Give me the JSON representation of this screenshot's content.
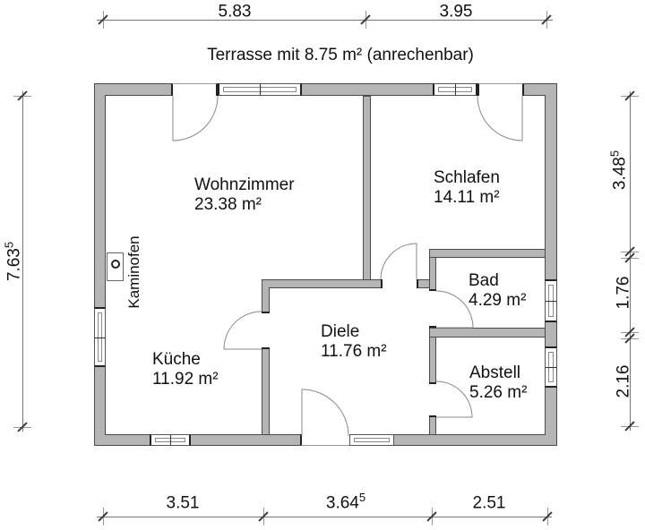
{
  "title": "Terrasse mit 8.75 m² (anrechenbar)",
  "rooms": [
    {
      "id": "wohnzimmer",
      "name": "Wohnzimmer",
      "area": "23.38 m²"
    },
    {
      "id": "schlafen",
      "name": "Schlafen",
      "area": "14.11 m²"
    },
    {
      "id": "bad",
      "name": "Bad",
      "area": "4.29 m²"
    },
    {
      "id": "abstell",
      "name": "Abstell",
      "area": "5.26 m²"
    },
    {
      "id": "kueche",
      "name": "Küche",
      "area": "11.92 m²"
    },
    {
      "id": "diele",
      "name": "Diele",
      "area": "11.76 m²"
    }
  ],
  "annotations": {
    "kaminofen": "Kaminofen"
  },
  "dimensions": {
    "top": [
      {
        "value": "5.83",
        "sup": ""
      },
      {
        "value": "3.95",
        "sup": ""
      }
    ],
    "bottom": [
      {
        "value": "3.51",
        "sup": ""
      },
      {
        "value": "3.64",
        "sup": "5"
      },
      {
        "value": "2.51",
        "sup": ""
      }
    ],
    "left": [
      {
        "value": "7.63",
        "sup": "5"
      }
    ],
    "right": [
      {
        "value": "3.48",
        "sup": "5"
      },
      {
        "value": "1.76",
        "sup": ""
      },
      {
        "value": "2.16",
        "sup": ""
      }
    ]
  },
  "colors": {
    "wall_fill": "#b5b5b5",
    "wall_outline": "#4a4a4a",
    "thin_line": "#8a8a8a",
    "text": "#111111",
    "background": "#ffffff"
  }
}
